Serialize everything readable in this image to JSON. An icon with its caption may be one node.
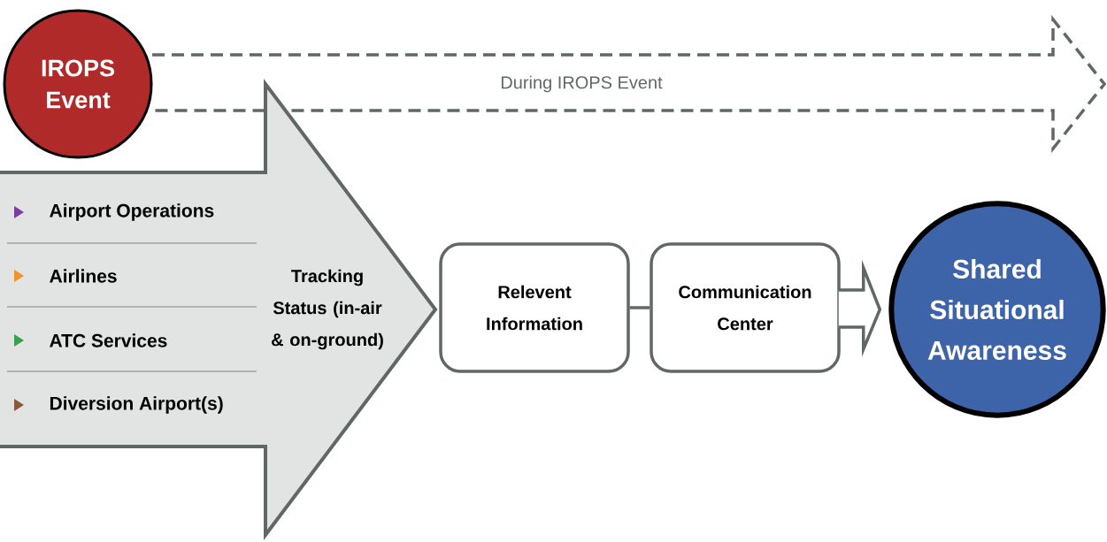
{
  "diagram": {
    "nodes": [
      {
        "text": [
          "IROPS Event"
        ]
      },
      {
        "text": [
          "During IROPS Event"
        ]
      },
      {
        "text": [
          "Tracking Status (in-air & on-ground)"
        ]
      },
      {
        "text": [
          "Airport Operations"
        ],
        "in": 2
      },
      {
        "text": [
          "Airlines"
        ],
        "in": 2
      },
      {
        "text": [
          "ATC Services"
        ],
        "in": 2
      },
      {
        "text": [
          "Diversion Airport(s)"
        ],
        "in": 2
      },
      {
        "text": [
          "Relevent Information"
        ]
      },
      {
        "text": [
          "Communication Center"
        ]
      },
      {
        "text": [
          "Shared Situational Awareness"
        ]
      }
    ],
    "edges": [
      {
        "from": 7,
        "to": 8,
        "arrow": "none"
      },
      {
        "from": 8,
        "to": 9,
        "arrow": "to"
      }
    ]
  }
}
